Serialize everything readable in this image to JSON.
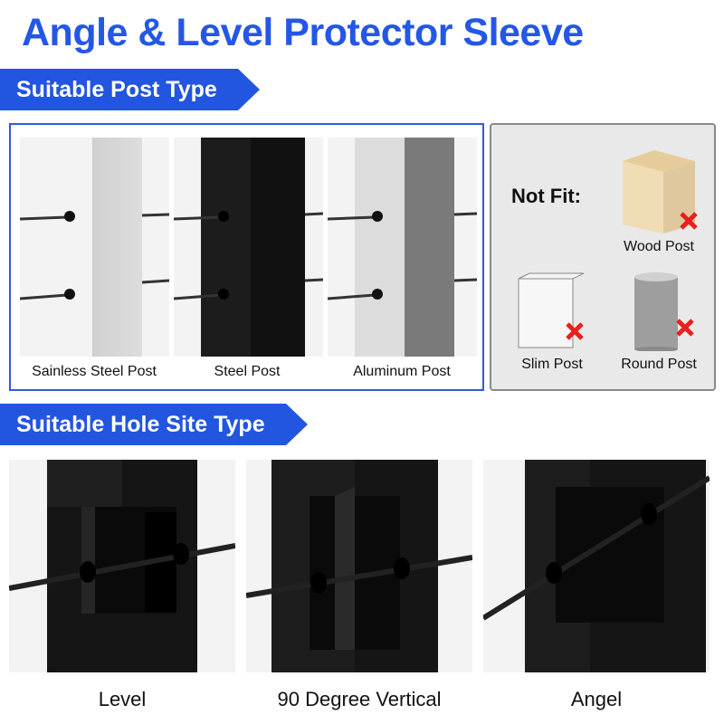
{
  "title": "Angle & Level Protector Sleeve",
  "suitable_post": {
    "heading": "Suitable Post Type",
    "posts": [
      {
        "label": "Sainless Steel Post"
      },
      {
        "label": "Steel Post"
      },
      {
        "label": "Aluminum Post"
      }
    ]
  },
  "not_fit": {
    "heading": "Not Fit:",
    "items": [
      {
        "label": "Wood Post"
      },
      {
        "label": "Slim Post"
      },
      {
        "label": "Round Post"
      }
    ]
  },
  "suitable_hole": {
    "heading": "Suitable Hole Site Type",
    "types": [
      {
        "label": "Level"
      },
      {
        "label": "90 Degree Vertical"
      },
      {
        "label": "Angel"
      }
    ]
  },
  "colors": {
    "accent": "#2255e0",
    "title": "#2457e6",
    "cross": "#e8201e"
  }
}
